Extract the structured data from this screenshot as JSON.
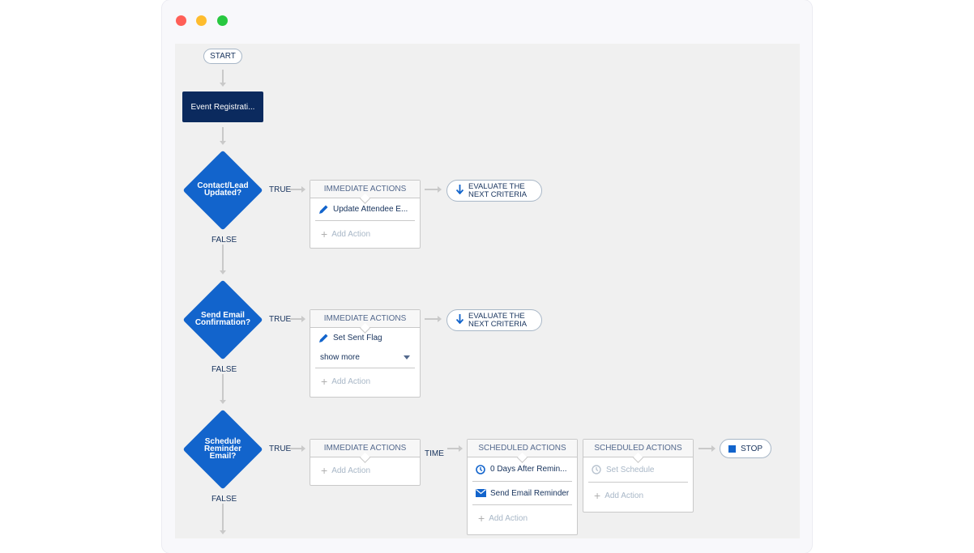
{
  "start_label": "START",
  "trigger_node": {
    "label": "Event Registrati..."
  },
  "criteria": [
    {
      "label_lines": [
        "Contact/Lead",
        "Updated?"
      ],
      "true_label": "TRUE",
      "false_label": "FALSE",
      "immediate": {
        "header": "IMMEDIATE ACTIONS",
        "actions": [
          {
            "icon": "pencil-icon",
            "label": "Update Attendee E..."
          }
        ],
        "add_label": "Add Action"
      },
      "next": {
        "line1": "EVALUATE THE",
        "line2": "NEXT CRITERIA"
      }
    },
    {
      "label_lines": [
        "Send Email",
        "Confirmation?"
      ],
      "true_label": "TRUE",
      "false_label": "FALSE",
      "immediate": {
        "header": "IMMEDIATE ACTIONS",
        "actions": [
          {
            "icon": "pencil-icon",
            "label": "Set Sent Flag"
          }
        ],
        "show_more": "show more",
        "add_label": "Add Action"
      },
      "next": {
        "line1": "EVALUATE THE",
        "line2": "NEXT CRITERIA"
      }
    },
    {
      "label_lines": [
        "Schedule",
        "Reminder",
        "Email?"
      ],
      "true_label": "TRUE",
      "false_label": "FALSE",
      "time_label": "TIME",
      "immediate": {
        "header": "IMMEDIATE ACTIONS",
        "add_label": "Add Action"
      },
      "scheduled": [
        {
          "header": "SCHEDULED ACTIONS",
          "schedule": {
            "icon": "clock-icon",
            "label": "0 Days After Remin..."
          },
          "actions": [
            {
              "icon": "email-icon",
              "label": "Send Email Reminder"
            }
          ],
          "add_label": "Add Action"
        },
        {
          "header": "SCHEDULED ACTIONS",
          "schedule": {
            "icon": "clock-icon",
            "label": "Set Schedule"
          },
          "add_label": "Add Action"
        }
      ],
      "stop_label": "STOP"
    }
  ],
  "colors": {
    "diamond": "#1264cc",
    "trigger": "#0b2a5e",
    "canvas": "#f0f0f0"
  }
}
